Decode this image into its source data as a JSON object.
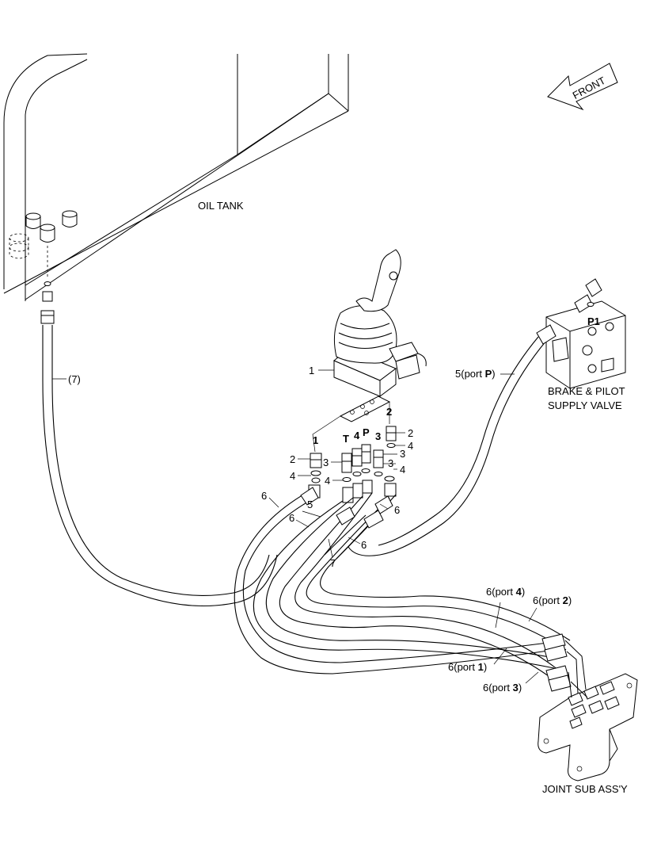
{
  "labels": {
    "front": "FRONT",
    "oil_tank": "OIL TANK",
    "brake_valve_line1": "BRAKE & PILOT",
    "brake_valve_line2": "SUPPLY VALVE",
    "joint_sub_assy": "JOINT SUB ASS'Y",
    "p1": "P1"
  },
  "callouts": {
    "c1_main": "1",
    "hose7": "(7)",
    "c5_num": "5",
    "c5_pre": "(port ",
    "c5_port": "P",
    "c5_post": ")",
    "port_1": "1",
    "port_2": "2",
    "port_3": "3",
    "port_4": "4",
    "port_T": "T",
    "port_P": "P",
    "c2_left": "2",
    "c2_right": "2",
    "c3_left": "3",
    "c3_right_a": "3",
    "c3_right_b": "3",
    "c4_left_a": "4",
    "c4_left_b": "4",
    "c4_right_a": "4",
    "c4_right_b": "4",
    "c5_lower": "5",
    "c6_a": "6",
    "c6_b": "6",
    "c6_c": "6",
    "c6_d": "6",
    "c7": "7"
  },
  "port_callouts": [
    {
      "num": "6",
      "pre": "(port ",
      "port": "4",
      "post": ")"
    },
    {
      "num": "6",
      "pre": "(port ",
      "port": "2",
      "post": ")"
    },
    {
      "num": "6",
      "pre": "(port ",
      "port": "1",
      "post": ")"
    },
    {
      "num": "6",
      "pre": "(port ",
      "port": "3",
      "post": ")"
    }
  ]
}
